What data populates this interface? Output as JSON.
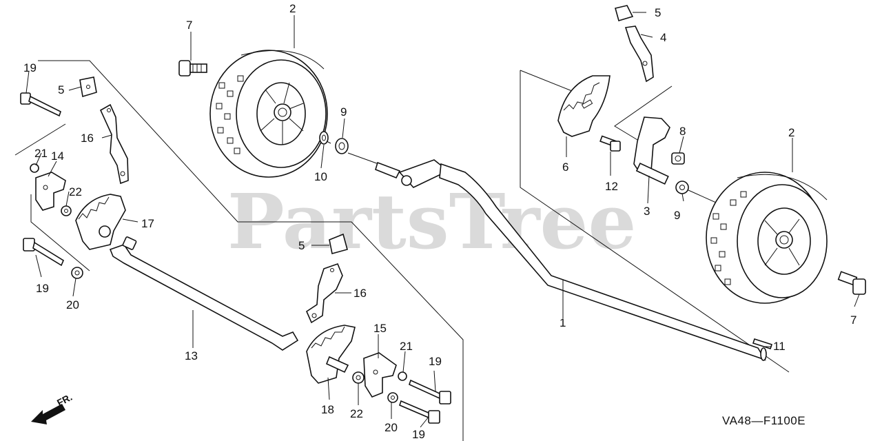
{
  "watermark": "PartsTree",
  "diagram_code": "VA48—F1100E",
  "front_marker": "FR.",
  "callouts": {
    "c1": "1",
    "c2a": "2",
    "c2b": "2",
    "c3": "3",
    "c4": "4",
    "c5a": "5",
    "c5b": "5",
    "c5c": "5",
    "c6": "6",
    "c7a": "7",
    "c7b": "7",
    "c8": "8",
    "c9a": "9",
    "c9b": "9",
    "c10": "10",
    "c11": "11",
    "c12": "12",
    "c13": "13",
    "c14": "14",
    "c15": "15",
    "c16a": "16",
    "c16b": "16",
    "c17": "17",
    "c18": "18",
    "c19a": "19",
    "c19b": "19",
    "c19c": "19",
    "c19d": "19",
    "c20a": "20",
    "c20b": "20",
    "c21a": "21",
    "c21b": "21",
    "c22a": "22",
    "c22b": "22"
  }
}
